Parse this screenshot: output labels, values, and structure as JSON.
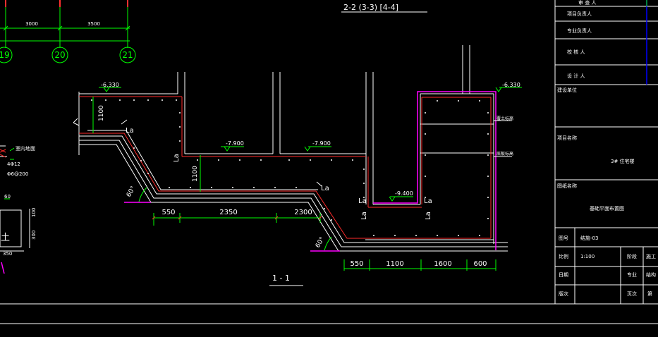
{
  "colors": {
    "background": "#000000",
    "line": "#ffffff",
    "dimension": "#00ff00",
    "rebar": "#ff2a2a",
    "magenta": "#ff00ff",
    "blue": "#0000ff"
  },
  "header": {
    "section_title": "2-2 (3-3) [4-4]",
    "section_label": "1 - 1"
  },
  "axes": {
    "spans": [
      "3000",
      "3500"
    ],
    "grid_numbers": [
      "19",
      "20",
      "21"
    ]
  },
  "elevations": [
    "-6.330",
    "-7.900",
    "-7.900",
    "-9.400",
    "-6.330"
  ],
  "anchor_label": "La",
  "angles": [
    "60°",
    "60°"
  ],
  "left_detail": {
    "rebar_main": "4Φ12",
    "rebar_stirrup": "Φ6@200",
    "top_label": "室内地面",
    "dim_60": "60",
    "dim_100": "100",
    "dim_300": "300",
    "dim_350": "350",
    "glyph": "土"
  },
  "dims": {
    "vertical": [
      "1100",
      "1100"
    ],
    "upper_row": [
      "550",
      "2350",
      "2300"
    ],
    "lower_row": [
      "550",
      "1100",
      "1600",
      "600"
    ]
  },
  "side_notes": [
    "覆土标高",
    "底板标高"
  ],
  "title_block": {
    "rows_top": [
      "审 查 人",
      "项目负责人",
      "专业负责人",
      "校 核 人",
      "设 计 人"
    ],
    "company_label": "建设单位",
    "project_label": "项目名称",
    "project_name": "3# 住宅楼",
    "drawing_label": "图纸名称",
    "drawing_name": "基础平面布置图",
    "drawing_no_label": "图号",
    "drawing_no": "结施-03",
    "scale_label": "比例",
    "scale": "1:100",
    "stage_label": "阶段",
    "stage": "施工",
    "date_label": "日期",
    "discipline_label": "专业",
    "discipline": "结构",
    "version_label": "版次",
    "sheet_label": "页次",
    "sheet": "第"
  }
}
